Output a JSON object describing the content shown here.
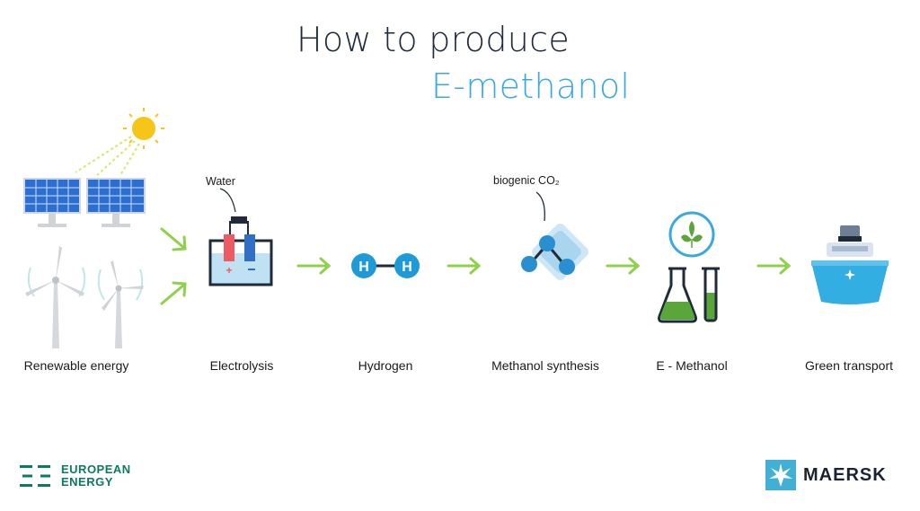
{
  "title": {
    "line1": "How to produce",
    "line2": "E-methanol"
  },
  "steps": [
    {
      "label": "Renewable energy",
      "icon": "renewable-energy-icon"
    },
    {
      "label": "Electrolysis",
      "icon": "electrolysis-icon"
    },
    {
      "label": "Hydrogen",
      "icon": "hydrogen-molecule-icon"
    },
    {
      "label": "Methanol synthesis",
      "icon": "methanol-synthesis-icon"
    },
    {
      "label": "E - Methanol",
      "icon": "e-methanol-icon"
    },
    {
      "label": "Green transport",
      "icon": "ship-icon"
    }
  ],
  "annotations": {
    "water": "Water",
    "biogenic": "biogenic CO₂"
  },
  "hydrogen_atoms": [
    "H",
    "H"
  ],
  "logos": {
    "european_energy": {
      "line1": "EUROPEAN",
      "line2": "ENERGY"
    },
    "maersk": "MAERSK"
  },
  "colors": {
    "accent_blue": "#3aa9e0",
    "arrow_green": "#8ed14a",
    "solar_blue": "#2c6fd1",
    "sun_yellow": "#f5c518",
    "european_energy_green": "#0d7a5f",
    "maersk_blue": "#42b0d5"
  }
}
